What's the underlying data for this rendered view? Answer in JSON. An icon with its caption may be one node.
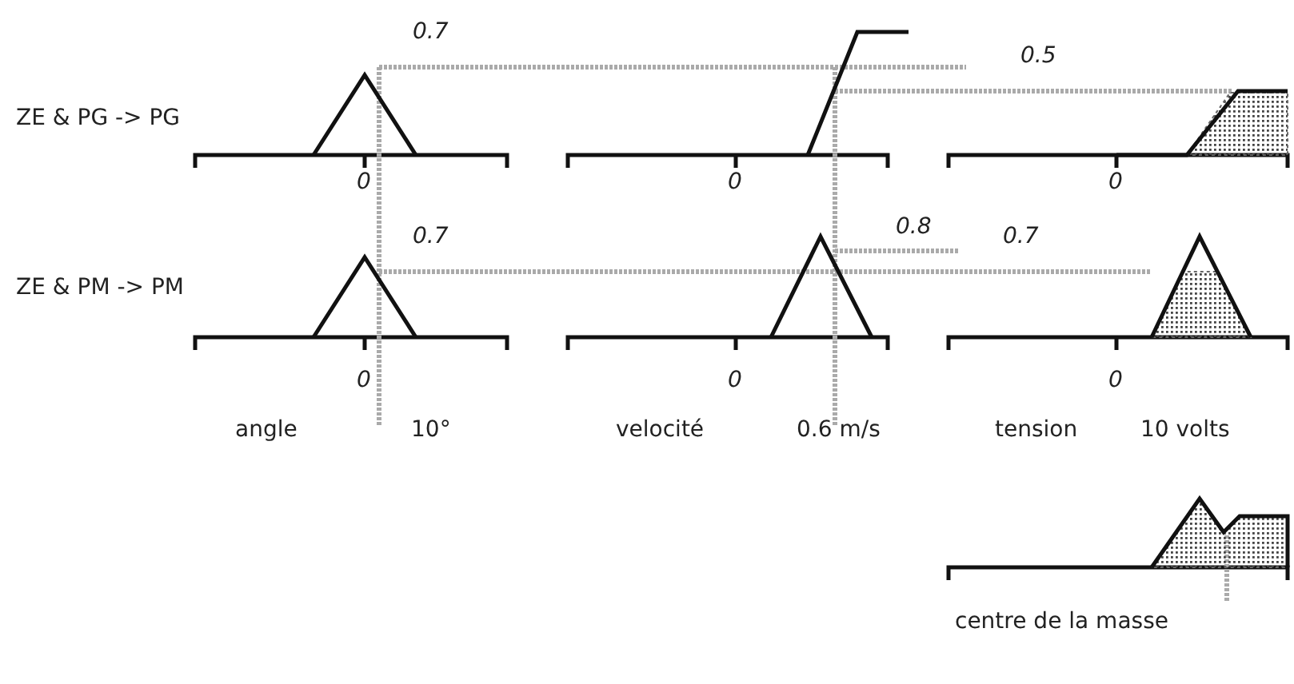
{
  "diagram": {
    "labels": [
      "ZE & PG -> PG",
      "0.7",
      "0.5",
      "0",
      "0",
      "0",
      "ZE & PM -> PM",
      "0.7",
      "0.8",
      "0.7",
      "0",
      "0",
      "0",
      "angle",
      "10°",
      "velocité",
      "0.6 m/s",
      "tension",
      "10 volts",
      "centre de la masse"
    ]
  }
}
